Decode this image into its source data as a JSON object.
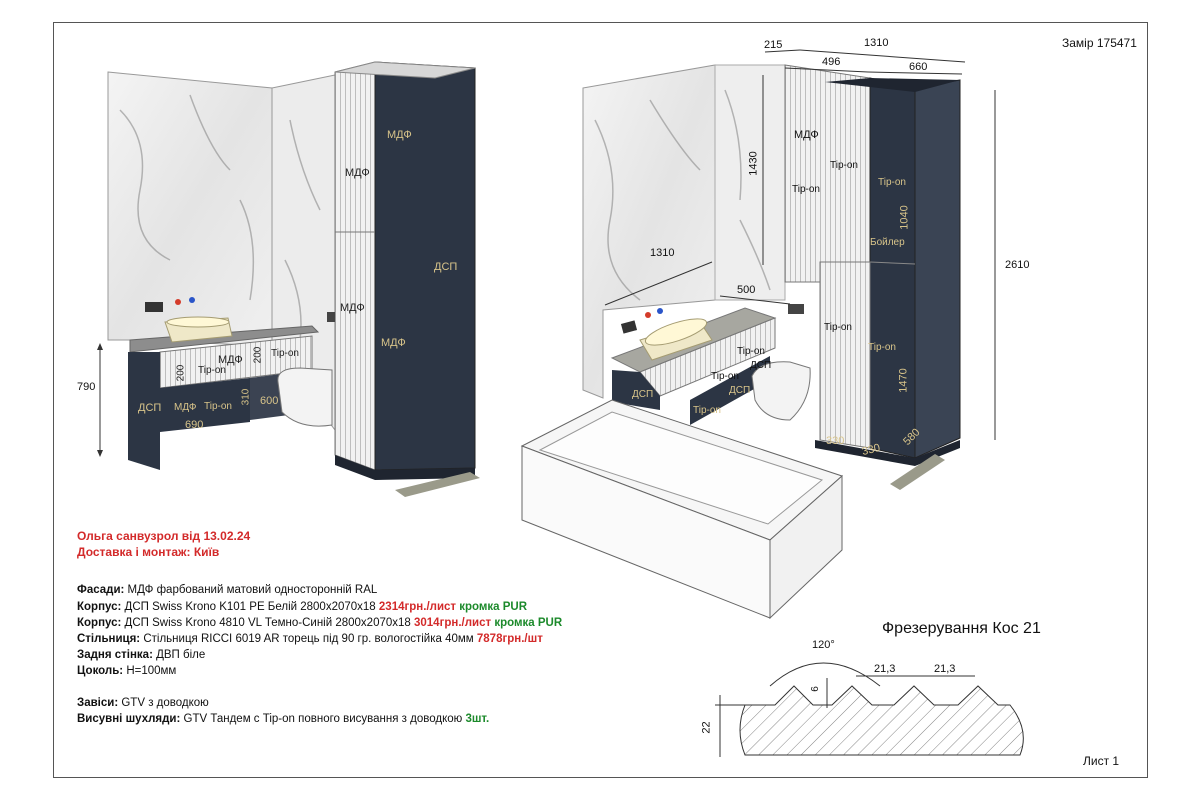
{
  "header": {
    "measure_no": "Замір 175471",
    "sheet": "Лист 1"
  },
  "project": {
    "title": "Ольга санвузрол від 13.02.24",
    "delivery": "Доставка і монтаж: Київ"
  },
  "specs": [
    {
      "label": "Фасади:",
      "text": " МДФ фарбований матовий односторонній RAL",
      "price": "",
      "edge": ""
    },
    {
      "label": "Корпус:",
      "text": " ДСП Swiss Krono K101 PE Белій 2800x2070x18 ",
      "price": "2314грн./лист",
      "edge": " кромка PUR"
    },
    {
      "label": "Корпус:",
      "text": " ДСП Swiss Krono 4810 VL Темно-Синій 2800x2070x18 ",
      "price": "3014грн./лист",
      "edge": " кромка PUR"
    },
    {
      "label": "Стільниця:",
      "text": " Стільниця RICCI 6019 AR торець під 90 гр. вологостійка 40мм ",
      "price": "7878грн./шт",
      "edge": ""
    },
    {
      "label": "Задня стінка:",
      "text": "  ДВП біле",
      "price": "",
      "edge": ""
    },
    {
      "label": "Цоколь:",
      "text": " H=100мм",
      "price": "",
      "edge": ""
    }
  ],
  "hardware": [
    {
      "label": "Завіси:",
      "text": " GTV з доводкою",
      "extra": ""
    },
    {
      "label": "Висувні шухляди:",
      "text": " GTV Тандем с Tip-on повного висування з доводкою ",
      "extra": "3шт."
    }
  ],
  "milling": {
    "title": "Фрезерування Кос 21",
    "angle": "120°",
    "pitch_a": "21,3",
    "pitch_b": "21,3",
    "depth": "6",
    "thickness": "22"
  },
  "left_view": {
    "height_dim": "790",
    "mdf_tall_top": "МДФ",
    "mdf_tall_bottom": "МДФ",
    "mdf_left_top": "МДФ",
    "mdf_left_bottom": "МДФ",
    "dsp_side": "ДСП",
    "dsp_left": "ДСП",
    "mdf_vanity": "МДФ",
    "mdf_drawer": "МДФ",
    "tipon_1": "Tip-on",
    "tipon_2": "Tip-on",
    "tipon_3": "Tip-on",
    "dim_200a": "200",
    "dim_200b": "200",
    "dim_310": "310",
    "dim_600": "600",
    "dim_690": "690"
  },
  "right_view": {
    "dim_215": "215",
    "dim_1310_top": "1310",
    "dim_496": "496",
    "dim_660": "660",
    "dim_1430": "1430",
    "dim_1310_side": "1310",
    "dim_500": "500",
    "dim_2610": "2610",
    "dim_1040": "1040",
    "dim_1470": "1470",
    "dim_330a": "330",
    "dim_330b": "330",
    "dim_580": "580",
    "mdf": "МДФ",
    "tipon_upper_a": "Tip-on",
    "tipon_upper_b": "Tip-on",
    "tipon_upper_c": "Tip-on",
    "boiler": "Бойлер",
    "tipon_lower_a": "Tip-on",
    "tipon_lower_b": "Tip-on",
    "tipon_vanity_a": "Tip-on",
    "tipon_vanity_b": "Tip-on",
    "tipon_vanity_c": "Tip-on",
    "dsp_a": "ДСП",
    "dsp_b": "ДСП",
    "dsp_c": "ДСП"
  }
}
